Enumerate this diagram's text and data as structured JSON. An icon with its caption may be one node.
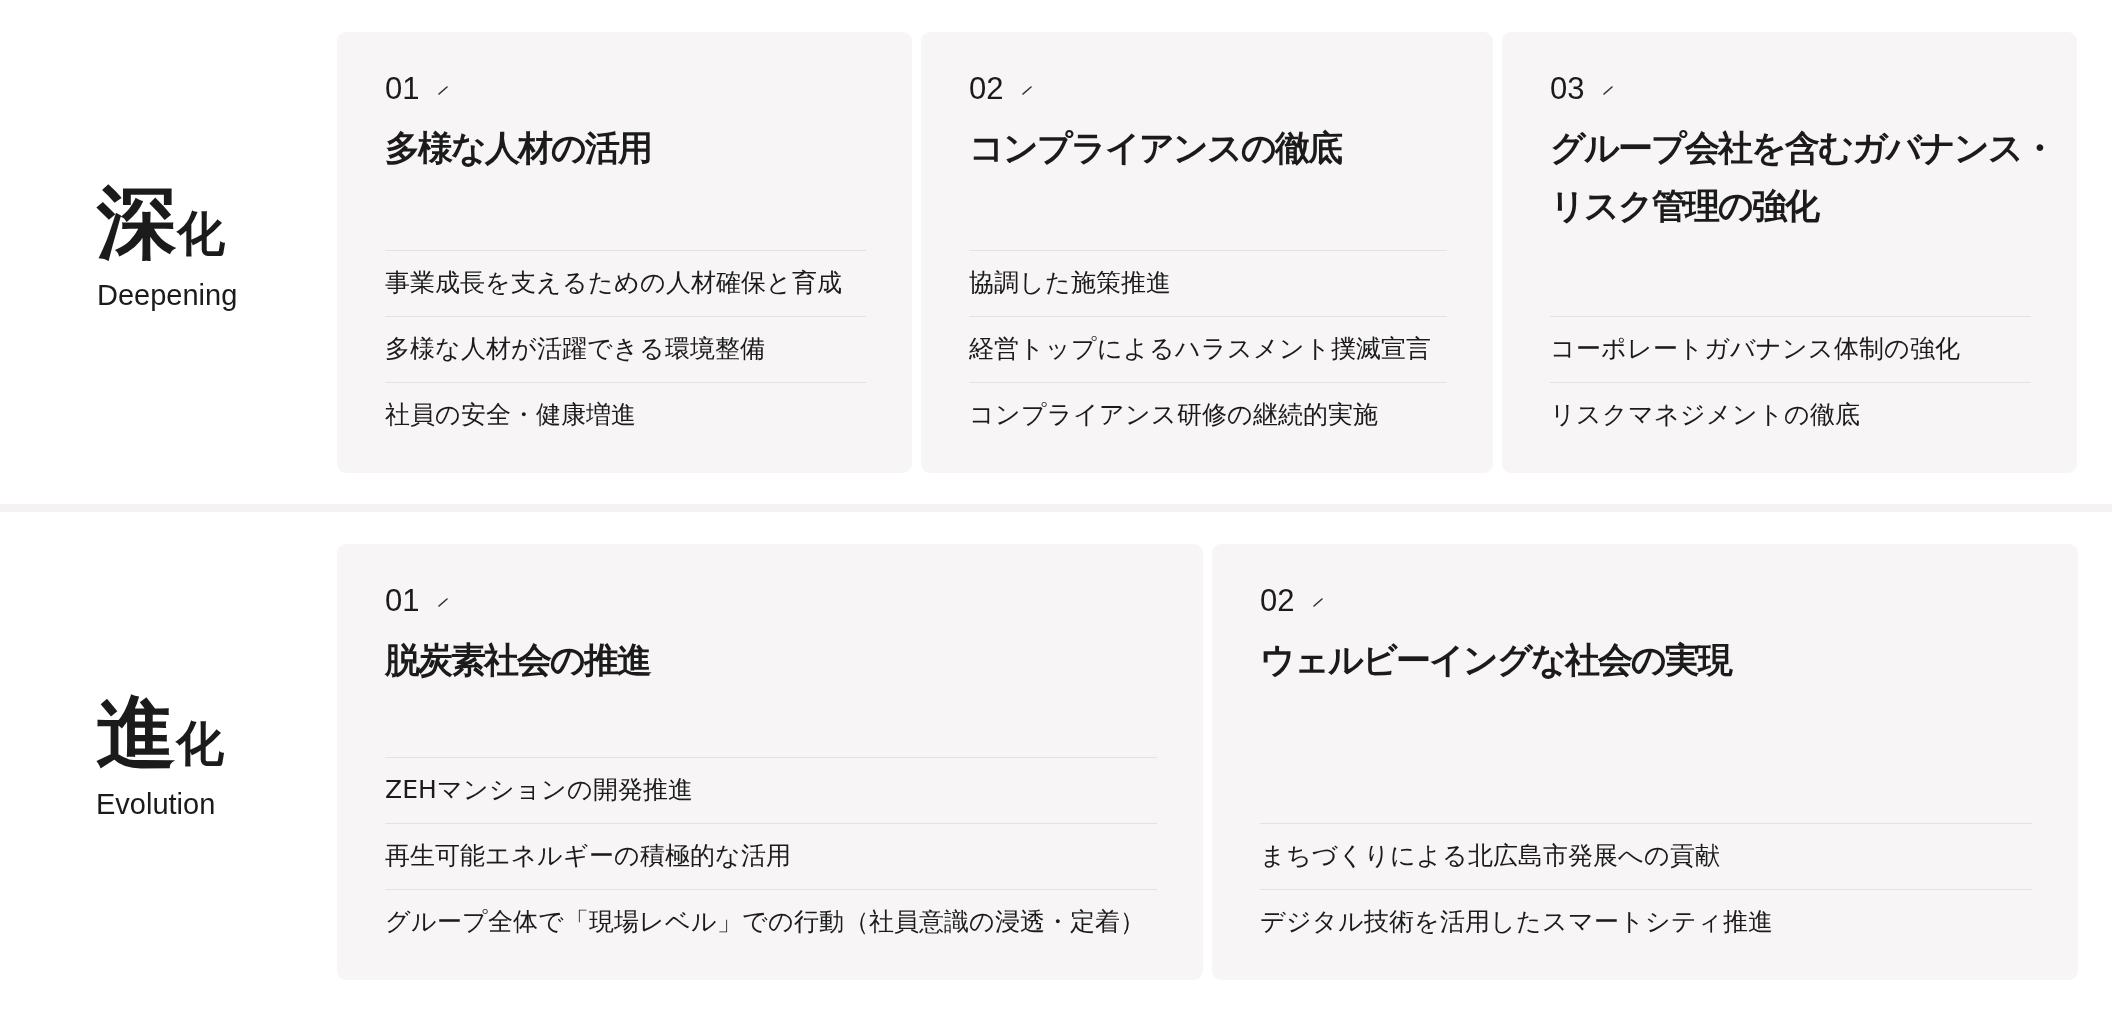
{
  "diagram": {
    "nodes": [
      {
        "text": [
          "01",
          "多様な人材の活用",
          "事業成長を支えるための人材確保と育成",
          "多様な人材が活躍できる環境整備",
          "社員の安全・健康増進"
        ]
      },
      {
        "text": [
          "02",
          "コンプライアンスの徹底",
          "協調した施策推進",
          "経営トップによるハラスメント撲滅宣言",
          "コンプライアンス研修の継続的実施"
        ]
      },
      {
        "text": [
          "03",
          "グループ会社を含むガバナンス・リスク管理の強化",
          "コーポレートガバナンス体制の強化",
          "リスクマネジメントの徹底"
        ]
      },
      {
        "text": [
          "01",
          "脱炭素社会の推進",
          "ZEHマンションの開発推進",
          "再生可能エネルギーの積極的な活用",
          "グループ全体で「現場レベル」での行動（社員意識の浸透・定着）"
        ]
      },
      {
        "text": [
          "02",
          "ウェルビーイングな社会の実現",
          "まちづくりによる北広島市発展への貢献",
          "デジタル技術を活用したスマートシティ推進"
        ]
      }
    ],
    "labels": [
      "深化",
      "Deepening",
      "進化",
      "Evolution"
    ]
  }
}
